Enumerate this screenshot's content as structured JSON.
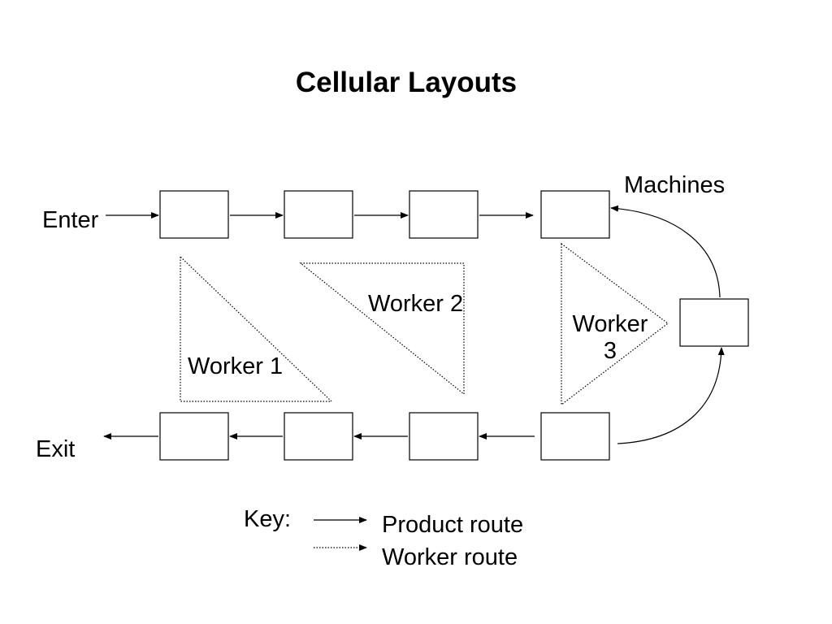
{
  "title": "Cellular Layouts",
  "labels": {
    "enter": "Enter",
    "exit": "Exit",
    "machines": "Machines",
    "worker1": "Worker 1",
    "worker2": "Worker 2",
    "worker3_line1": "Worker",
    "worker3_line2": "3"
  },
  "key": {
    "label": "Key:",
    "product_route": "Product route",
    "worker_route": "Worker route"
  }
}
